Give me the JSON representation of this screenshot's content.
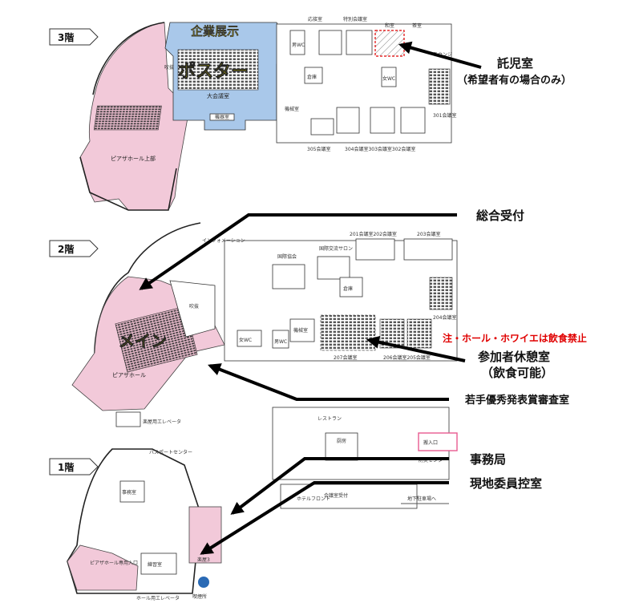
{
  "floors": {
    "f3": {
      "label": "3階"
    },
    "f2": {
      "label": "2階"
    },
    "f1": {
      "label": "1階"
    }
  },
  "overlay": {
    "exhibit": "企業展示",
    "poster": "ポスター",
    "main": "メイン"
  },
  "rooms3": {
    "oosetsu": "応接室",
    "tokubetsu": "特別会議室",
    "washitsu": "和室",
    "chashitsu": "茶室",
    "lounge": "ラウンジ",
    "daikaigi": "大会議室",
    "kikaishitsu": "機械室",
    "kishitsu": "機器室",
    "souko": "倉庫",
    "kissitsu": "吹抜",
    "hall_upper": "ピアザホール上部",
    "r301": "301会議室",
    "r305": "305会議室",
    "r304_302": "304会議室303会議室302会議室",
    "wc_m": "男WC",
    "wc_f": "女WC"
  },
  "rooms2": {
    "r201_202": "201会議室202会議室",
    "r203": "203会議室",
    "kokusai": "国際協会",
    "kouryuu": "国際交流サロン",
    "kikai": "機械室",
    "souko": "倉庫",
    "fukinuke": "吹抜",
    "r204": "204会議室",
    "r207": "207会議室",
    "r206_205": "206会議室205会議室",
    "hall": "ピアザホール",
    "info": "インフォメーション",
    "wc_f": "女WC",
    "wc_m": "男WC",
    "elevator": "楽屋用エレベータ"
  },
  "rooms1": {
    "passport": "パスポートセンター",
    "restaurant": "レストラン",
    "chuubou": "厨房",
    "hannyuu": "搬入口",
    "bousai": "防災センター",
    "jimushitsu": "事務室",
    "hotel": "ホテルフロント",
    "kaigishitsu": "会議室受付",
    "renshuu": "練習室",
    "hall_entry": "ピアザホール専用入口",
    "hall_elev": "ホール用エレベータ",
    "parking": "地下駐車場へ",
    "smoking": "喫煙所",
    "gakuya": "楽屋3"
  },
  "callouts": {
    "takuji": "託児室",
    "takuji_note": "（希望者有の場合のみ）",
    "sougou": "総合受付",
    "notice": "注・ホール・ホワイエは飲食禁止",
    "kyuukei": "参加者休憩室",
    "kyuukei_note": "（飲食可能）",
    "wakate": "若手優秀発表賞審査室",
    "jimukyoku": "事務局",
    "genchi": "現地委員控室"
  },
  "colors": {
    "pink": "#f2c9d9",
    "blue": "#a9c8ea",
    "yellow": "#ffee00",
    "notice_red": "#e00000"
  }
}
